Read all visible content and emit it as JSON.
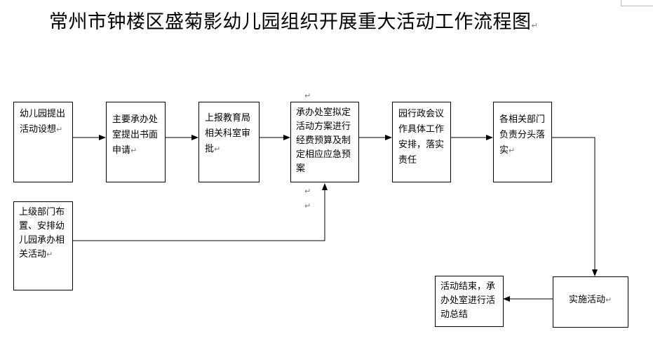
{
  "title": "常州市钟楼区盛菊影幼儿园组织开展重大活动工作流程图",
  "para_mark": "↵",
  "boxes": {
    "propose": "幼儿园提出活动设想",
    "apply": "主要承办处室提出书面申请",
    "report": "上报教育局相关科室审批",
    "plan": "承办处室拟定活动方案进行经费预算及制定相应应急预案",
    "meeting": "园行政会议作具体工作安排，落实责任",
    "departments": "各相关部门负责分头落实",
    "superior": "上级部门布置、安排幼儿园承办相关活动",
    "implement": "实施活动",
    "summary": "活动结束，承办处室进行活动总结"
  }
}
